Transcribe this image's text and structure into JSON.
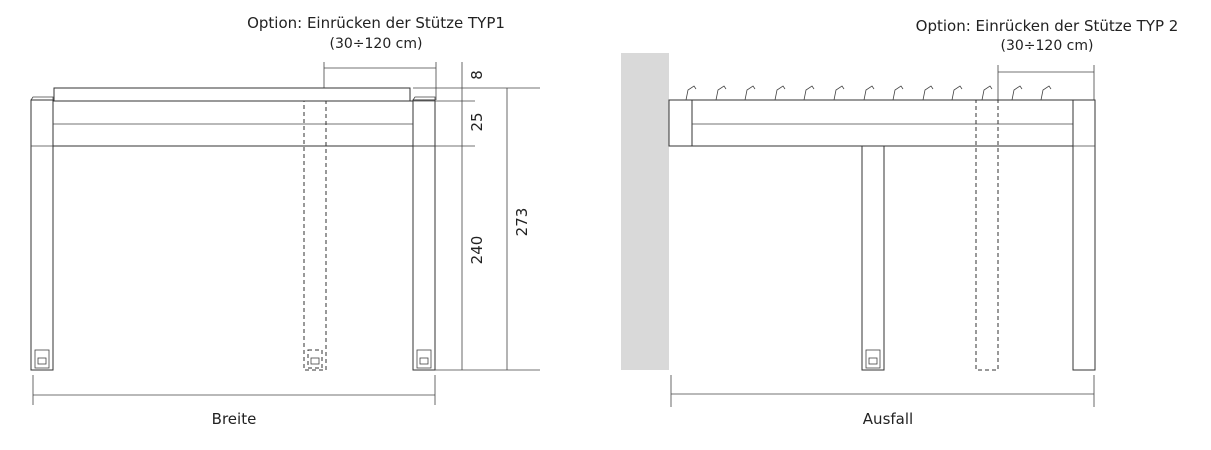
{
  "left_view": {
    "option_title": "Option: Einrücken der Stütze TYP1",
    "option_range": "(30÷120 cm)",
    "dimensions": {
      "top_cap": "8",
      "beam": "25",
      "column": "240",
      "total": "273"
    },
    "width_label": "Breite"
  },
  "right_view": {
    "option_title": "Option: Einrücken der Stütze TYP 2",
    "option_range": "(30÷120 cm)",
    "depth_label": "Ausfall"
  },
  "colors": {
    "wall": "#d9d9d9",
    "line": "#333333"
  }
}
